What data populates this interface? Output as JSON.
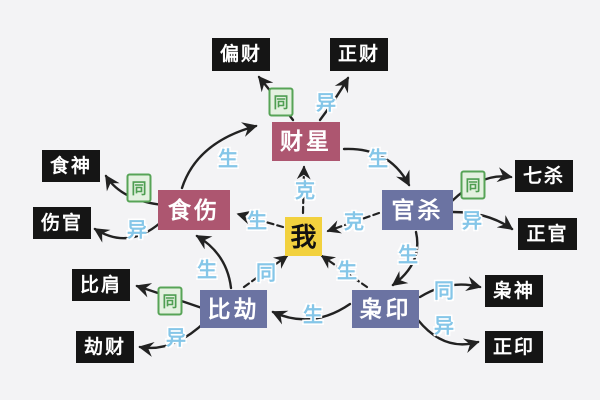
{
  "diagram": {
    "title_implicit": "",
    "center": {
      "id": "wo",
      "label": "我"
    },
    "groups": {
      "caixing": {
        "label": "财星"
      },
      "shishang": {
        "label": "食伤"
      },
      "guansha": {
        "label": "官杀"
      },
      "bijie": {
        "label": "比劫"
      },
      "xiaoyin": {
        "label": "枭印"
      }
    },
    "leaves": {
      "piancai": {
        "label": "偏财"
      },
      "zhengcai": {
        "label": "正财"
      },
      "shishen": {
        "label": "食神"
      },
      "shangguan": {
        "label": "伤官"
      },
      "qisha": {
        "label": "七杀"
      },
      "zhengguan": {
        "label": "正官"
      },
      "bijian": {
        "label": "比肩"
      },
      "jiecai": {
        "label": "劫财"
      },
      "xiaoshen": {
        "label": "枭神"
      },
      "zhengyin": {
        "label": "正印"
      }
    },
    "edges": [
      {
        "from": "食伤",
        "to": "财星",
        "label": "生",
        "line": "solid"
      },
      {
        "from": "财星",
        "to": "官杀",
        "label": "生",
        "line": "solid"
      },
      {
        "from": "官杀",
        "to": "枭印",
        "label": "生",
        "line": "solid"
      },
      {
        "from": "枭印",
        "to": "比劫",
        "label": "生",
        "line": "solid"
      },
      {
        "from": "比劫",
        "to": "食伤",
        "label": "生",
        "line": "solid"
      },
      {
        "from": "我",
        "to": "财星",
        "label": "克",
        "line": "dashed"
      },
      {
        "from": "官杀",
        "to": "我",
        "label": "克",
        "line": "dashed"
      },
      {
        "from": "我",
        "to": "食伤",
        "label": "生",
        "line": "dashed"
      },
      {
        "from": "比劫",
        "to": "我",
        "label": "同",
        "line": "dashed"
      },
      {
        "from": "枭印",
        "to": "我",
        "label": "生",
        "line": "dashed"
      },
      {
        "from": "财星",
        "to": "偏财",
        "label": "同",
        "line": "solid",
        "badge": "green"
      },
      {
        "from": "财星",
        "to": "正财",
        "label": "异",
        "line": "solid"
      },
      {
        "from": "食伤",
        "to": "食神",
        "label": "同",
        "line": "solid",
        "badge": "green"
      },
      {
        "from": "食伤",
        "to": "伤官",
        "label": "异",
        "line": "solid"
      },
      {
        "from": "官杀",
        "to": "七杀",
        "label": "同",
        "line": "solid",
        "badge": "green"
      },
      {
        "from": "官杀",
        "to": "正官",
        "label": "异",
        "line": "solid"
      },
      {
        "from": "比劫",
        "to": "比肩",
        "label": "同",
        "line": "solid",
        "badge": "green"
      },
      {
        "from": "比劫",
        "to": "劫财",
        "label": "异",
        "line": "solid"
      },
      {
        "from": "枭印",
        "to": "枭神",
        "label": "同",
        "line": "solid"
      },
      {
        "from": "枭印",
        "to": "正印",
        "label": "异",
        "line": "solid"
      }
    ],
    "colors": {
      "background": "#f3f3f5",
      "leaf_box": "#151515",
      "rose_box": "#ad5670",
      "slate_box": "#6b73a2",
      "center_box": "#f2d13e",
      "blue_label": "#85c6e8",
      "green_label": "#57a457",
      "arrow": "#222222"
    }
  }
}
